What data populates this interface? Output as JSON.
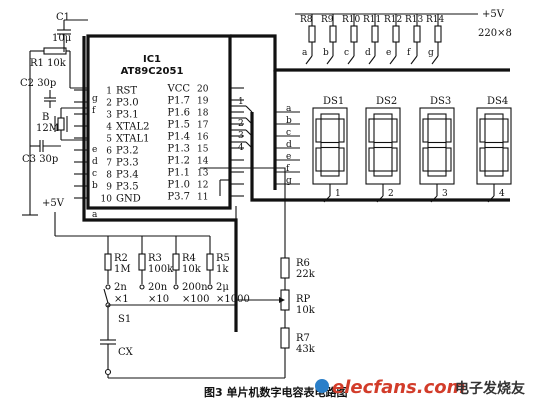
{
  "supply": {
    "top": "+5V",
    "left": "+5V"
  },
  "ic": {
    "ref": "IC1",
    "part": "AT89C2051",
    "left_pins": [
      {
        "num": "1",
        "name": "RST"
      },
      {
        "num": "2",
        "name": "P3.0"
      },
      {
        "num": "3",
        "name": "P3.1"
      },
      {
        "num": "4",
        "name": "XTAL2"
      },
      {
        "num": "5",
        "name": "XTAL1"
      },
      {
        "num": "6",
        "name": "P3.2"
      },
      {
        "num": "7",
        "name": "P3.3"
      },
      {
        "num": "8",
        "name": "P3.4"
      },
      {
        "num": "9",
        "name": "P3.5"
      },
      {
        "num": "10",
        "name": "GND"
      }
    ],
    "right_pins": [
      {
        "num": "20",
        "name": "VCC"
      },
      {
        "num": "19",
        "name": "P1.7"
      },
      {
        "num": "18",
        "name": "P1.6"
      },
      {
        "num": "17",
        "name": "P1.5"
      },
      {
        "num": "16",
        "name": "P1.4"
      },
      {
        "num": "15",
        "name": "P1.3"
      },
      {
        "num": "14",
        "name": "P1.2"
      },
      {
        "num": "13",
        "name": "P1.1"
      },
      {
        "num": "12",
        "name": "P1.0"
      },
      {
        "num": "11",
        "name": "P3.7"
      }
    ]
  },
  "parts": {
    "c1_ref": "C1",
    "c1_val": "10μ",
    "r1": "R1 10k",
    "c2": "C2 30p",
    "b_ref": "B",
    "b_val": "12M",
    "c3": "C3 30p",
    "r2_ref": "R2",
    "r2_val": "1M",
    "r3_ref": "R3",
    "r3_val": "100k",
    "r4_ref": "R4",
    "r4_val": "10k",
    "r5_ref": "R5",
    "r5_val": "1k",
    "s1": "S1",
    "cx": "CX",
    "r6_ref": "R6",
    "r6_val": "22k",
    "rp_ref": "RP",
    "rp_val": "10k",
    "r7_ref": "R7",
    "r7_val": "43k",
    "rnet_val": "220×8"
  },
  "rnet_refs": [
    "R8",
    "R9",
    "R10",
    "R11",
    "R12",
    "R13",
    "R14"
  ],
  "seg_letters": [
    "a",
    "b",
    "c",
    "d",
    "e",
    "f",
    "g"
  ],
  "ranges": [
    {
      "cap": "2n",
      "mult": "×1"
    },
    {
      "cap": "20n",
      "mult": "×10"
    },
    {
      "cap": "200n",
      "mult": "×100"
    },
    {
      "cap": "2μ",
      "mult": "×1000"
    }
  ],
  "digit_labels": [
    "DS1",
    "DS2",
    "DS3",
    "DS4"
  ],
  "digit_nums": [
    "1",
    "2",
    "3",
    "4"
  ],
  "caption": "图3 单片机数字电容表电路图",
  "watermark": {
    "en": "elecfans.com",
    "cn": "电子发烧友"
  }
}
